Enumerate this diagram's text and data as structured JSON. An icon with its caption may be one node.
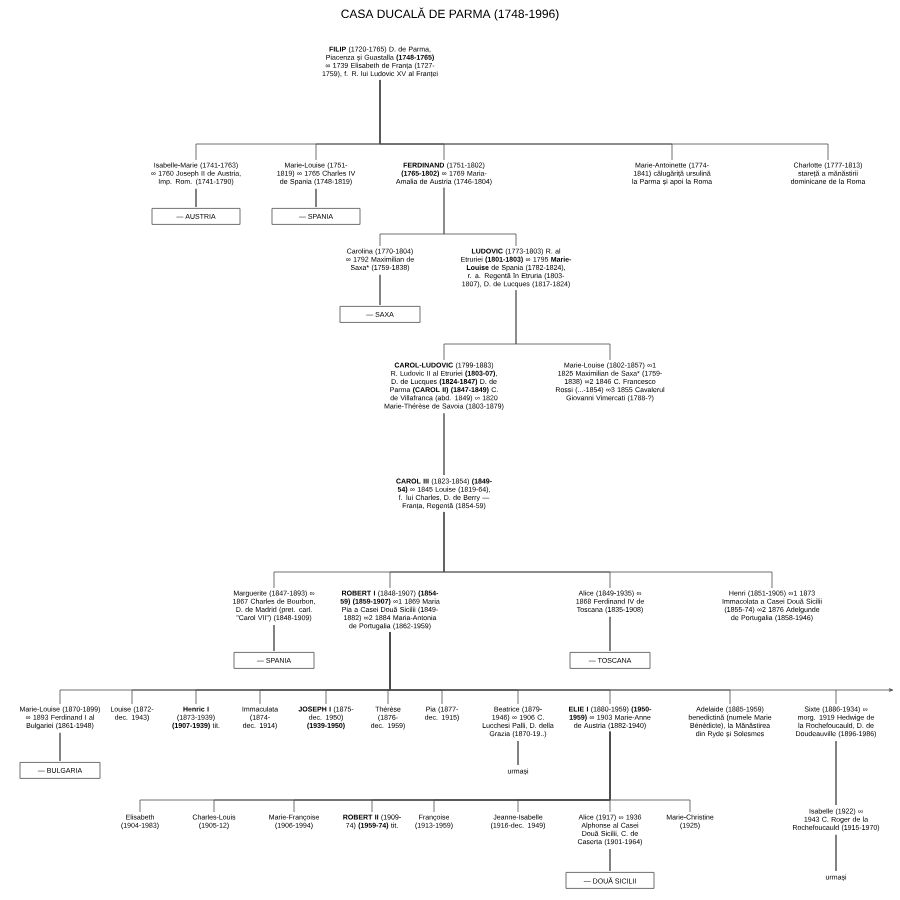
{
  "diagram": {
    "title": "CASA DUCALĂ DE PARMA (1748-1996)",
    "nodes": [
      {
        "text": [
          "**FILIP** (1720-1765) D. de Parma, Piacenza și Guastalla **(1748-1765)** ∞ 1739 Elisabeth de Franța (1727-1759), f. R. lui Ludovic XV al Franței"
        ]
      },
      {
        "text": [
          "Isabelle-Marie (1741-1763) ∞ 1760 Joseph II de Austria, Imp. Rom. (1741-1790)"
        ]
      },
      {
        "text": [
          "— AUSTRIA"
        ]
      },
      {
        "text": [
          "Marie-Louise (1751-1819) ∞ 1765 Charles IV de Spania (1748-1819)"
        ]
      },
      {
        "text": [
          "— SPANIA"
        ]
      },
      {
        "text": [
          "**FERDINAND** (1751-1802) **(1765-1802)** ∞ 1769 Maria-Amalia de Austria (1746-1804)"
        ]
      },
      {
        "text": [
          "Marie-Antoinette (1774-1841) călugăriță ursulină la Parma și apoi la Roma"
        ]
      },
      {
        "text": [
          "Charlotte (1777-1813) stareță a mănăstirii dominicane de la Roma"
        ]
      },
      {
        "text": [
          "Carolina (1770-1804) ∞ 1792 Maximilian de Saxa* (1759-1838)"
        ]
      },
      {
        "text": [
          "— SAXA"
        ]
      },
      {
        "text": [
          "**LUDOVIC** (1773-1803) R. al Etruriei **(1801-1803)** ∞ 1795 **Marie-Louise** de Spania (1782-1824), r. a. Regentă în Etruria (1803-1807), D. de Lucques (1817-1824)"
        ]
      },
      {
        "text": [
          "**CAROL-LUDOVIC** (1799-1883) R. Ludovic II al Etruriei **(1803-07)**, D. de Lucques **(1824-1847)** D. de Parma **(CAROL II) (1847-1849)** C. de Villafranca (abd. 1849) ∞ 1820 Marie-Thérèse de Savoia (1803-1879)"
        ]
      },
      {
        "text": [
          "Marie-Louise (1802-1857) ∞1 1825 Maximilian de Saxa* (1759-1838) ∞2 1846 C. Francesco Rossi (...-1854) ∞3 1855 Cavalerul Giovanni Vimercati (1788-?)"
        ]
      },
      {
        "text": [
          "**CAROL III** (1823-1854) **(1849-54)** ∞ 1845 Louise (1819-64), f. lui Charles, D. de Berry — Franța, Regentă (1854-59)"
        ]
      },
      {
        "text": [
          "Marguerite (1847-1893) ∞ 1867 Charles de Bourbon, D. de Madrid (pret. carl. \"Carol VII\") (1848-1909)"
        ]
      },
      {
        "text": [
          "— SPANIA"
        ]
      },
      {
        "text": [
          "**ROBERT I** (1848-1907) **(1854-59) (1859-1907)** ∞1 1869 Maria Pia a Casei Două Sicilii (1849-1882) ∞2 1884 Maria-Antonia de Portugalia (1862-1959)"
        ]
      },
      {
        "text": [
          "Alice (1849-1935) ∞ 1868 Ferdinand IV de Toscana (1835-1908)"
        ]
      },
      {
        "text": [
          "— TOSCANA"
        ]
      },
      {
        "text": [
          "Henri (1851-1905) ∞1 1873 Immacolata a Casei Două Sicilii (1855-74) ∞2 1876 Adelgunde de Portugalia (1858-1946)"
        ]
      },
      {
        "text": [
          "Marie-Louise (1870-1899) ∞ 1893 Ferdinand I al Bulgariei (1861-1948)"
        ]
      },
      {
        "text": [
          "— BULGARIA"
        ]
      },
      {
        "text": [
          "Louise (1872-dec. 1943)"
        ]
      },
      {
        "text": [
          "**Henric I** (1873-1939) **(1907-1939)** tit."
        ]
      },
      {
        "text": [
          "Immaculata (1874-dec. 1914)"
        ]
      },
      {
        "text": [
          "**JOSEPH I** (1875-dec. 1950) **(1939-1950)**"
        ]
      },
      {
        "text": [
          "Thérèse (1876-dec. 1959)"
        ]
      },
      {
        "text": [
          "Pia (1877-dec. 1915)"
        ]
      },
      {
        "text": [
          "Beatrice (1879-1946) ∞ 1906 C. Lucchesi Palli, D. della Grazia (1870-19..)"
        ]
      },
      {
        "text": [
          "urmași"
        ]
      },
      {
        "text": [
          "**ELIE I** (1880-1959) **(1950-1959)** ∞ 1903 Marie-Anne de Austria (1882-1940)"
        ]
      },
      {
        "text": [
          "Adelaide (1885-1959) benedictină (numele Marie Bénédicte), la Mănăstirea din Ryde și Solesmes"
        ]
      },
      {
        "text": [
          "Sixte (1886-1934) ∞ morg. 1919 Hedwige de la Rochefoucauld, D. de Doudeauville (1896-1986)"
        ]
      },
      {
        "text": [
          "Elisabeth (1904-1983)"
        ]
      },
      {
        "text": [
          "Charles-Louis (1905-12)"
        ]
      },
      {
        "text": [
          "Marie-Françoise (1906-1994)"
        ]
      },
      {
        "text": [
          "**ROBERT II** (1909-74) **(1959-74)** tit."
        ]
      },
      {
        "text": [
          "Françoise (1913-1959)"
        ]
      },
      {
        "text": [
          "Jeanne-Isabelle (1916-dec. 1949)"
        ]
      },
      {
        "text": [
          "Alice (1917) ∞ 1936 Alphonse al Casei Două Sicilii, C. de Caserta (1901-1964)"
        ]
      },
      {
        "text": [
          "— DOUĂ SICILII"
        ]
      },
      {
        "text": [
          "Marie-Christine (1925)"
        ]
      },
      {
        "text": [
          "Isabelle (1922) ∞ 1943 C. Roger de la Rochefoucauld (1915-1970)"
        ]
      },
      {
        "text": [
          "urmași"
        ]
      }
    ],
    "edges": [
      {
        "from": 0,
        "to": 1,
        "arrow": "none"
      },
      {
        "from": 0,
        "to": 3,
        "arrow": "none"
      },
      {
        "from": 0,
        "to": 5,
        "arrow": "none"
      },
      {
        "from": 0,
        "to": 6,
        "arrow": "none"
      },
      {
        "from": 0,
        "to": 7,
        "arrow": "none"
      },
      {
        "from": 1,
        "to": 2,
        "arrow": "none"
      },
      {
        "from": 3,
        "to": 4,
        "arrow": "none"
      },
      {
        "from": 5,
        "to": 8,
        "arrow": "none"
      },
      {
        "from": 5,
        "to": 10,
        "arrow": "none"
      },
      {
        "from": 8,
        "to": 9,
        "arrow": "none"
      },
      {
        "from": 10,
        "to": 11,
        "arrow": "none"
      },
      {
        "from": 10,
        "to": 12,
        "arrow": "none"
      },
      {
        "from": 11,
        "to": 13,
        "arrow": "none"
      },
      {
        "from": 13,
        "to": 14,
        "arrow": "none"
      },
      {
        "from": 13,
        "to": 16,
        "arrow": "none"
      },
      {
        "from": 13,
        "to": 17,
        "arrow": "none"
      },
      {
        "from": 13,
        "to": 19,
        "arrow": "none"
      },
      {
        "from": 14,
        "to": 15,
        "arrow": "none"
      },
      {
        "from": 17,
        "to": 18,
        "arrow": "none"
      },
      {
        "from": 16,
        "to": 20,
        "arrow": "none"
      },
      {
        "from": 16,
        "to": 22,
        "arrow": "none"
      },
      {
        "from": 16,
        "to": 23,
        "arrow": "none"
      },
      {
        "from": 16,
        "to": 24,
        "arrow": "none"
      },
      {
        "from": 16,
        "to": 25,
        "arrow": "none"
      },
      {
        "from": 16,
        "to": 26,
        "arrow": "none"
      },
      {
        "from": 16,
        "to": 27,
        "arrow": "none"
      },
      {
        "from": 16,
        "to": 28,
        "arrow": "none"
      },
      {
        "from": 16,
        "to": 30,
        "arrow": "none"
      },
      {
        "from": 16,
        "to": 31,
        "arrow": "none"
      },
      {
        "from": 16,
        "to": 32,
        "arrow": "none"
      },
      {
        "from": 20,
        "to": 21,
        "arrow": "none"
      },
      {
        "from": 28,
        "to": 29,
        "arrow": "none"
      },
      {
        "from": 30,
        "to": 33,
        "arrow": "none"
      },
      {
        "from": 30,
        "to": 34,
        "arrow": "none"
      },
      {
        "from": 30,
        "to": 35,
        "arrow": "none"
      },
      {
        "from": 30,
        "to": 36,
        "arrow": "none"
      },
      {
        "from": 30,
        "to": 37,
        "arrow": "none"
      },
      {
        "from": 30,
        "to": 38,
        "arrow": "none"
      },
      {
        "from": 30,
        "to": 39,
        "arrow": "none"
      },
      {
        "from": 30,
        "to": 41,
        "arrow": "none"
      },
      {
        "from": 39,
        "to": 40,
        "arrow": "none"
      },
      {
        "from": 32,
        "to": 42,
        "arrow": "none"
      },
      {
        "from": 42,
        "to": 43,
        "arrow": "none"
      }
    ]
  }
}
